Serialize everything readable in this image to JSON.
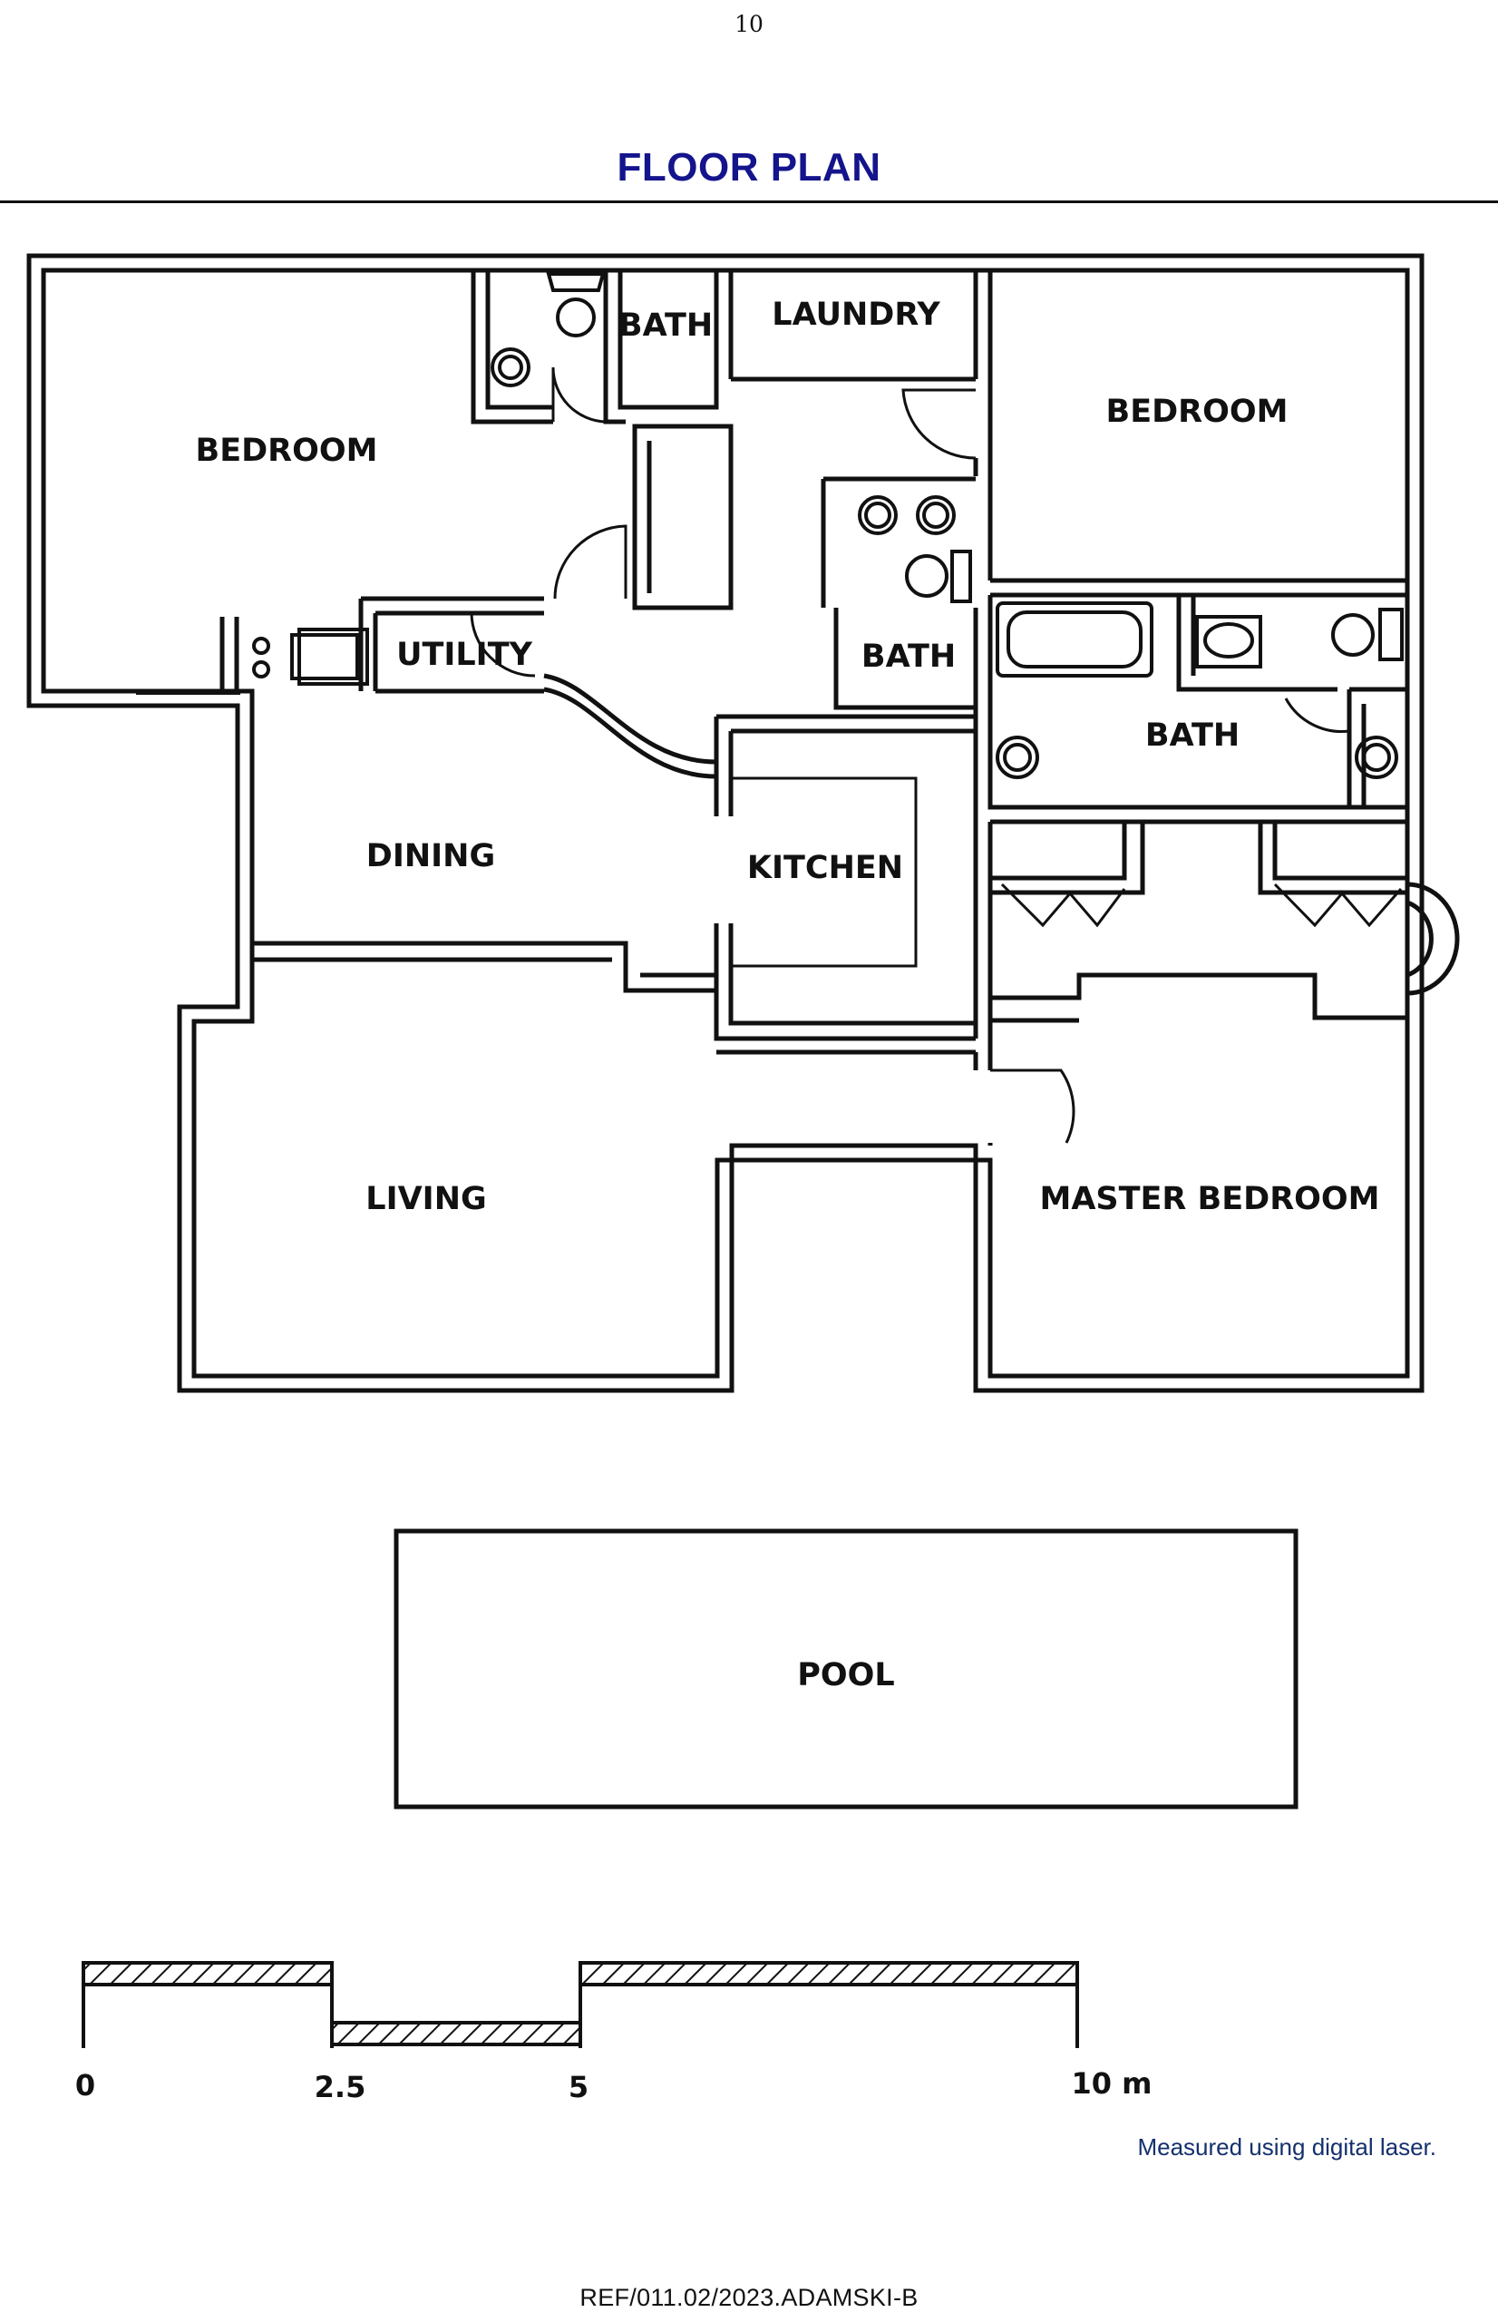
{
  "page": {
    "number": "10",
    "title": "FLOOR PLAN",
    "note": "Measured using digital laser.",
    "reference": "REF/011.02/2023.ADAMSKI-B"
  },
  "rooms": {
    "bedroom_left": "BEDROOM",
    "bath_top": "BATH",
    "laundry": "LAUNDRY",
    "bedroom_right": "BEDROOM",
    "utility": "UTILITY",
    "bath_center": "BATH",
    "bath_master": "BATH",
    "dining": "DINING",
    "kitchen": "KITCHEN",
    "living": "LIVING",
    "master_bedroom": "MASTER BEDROOM",
    "pool": "POOL"
  },
  "scale_bar": {
    "labels": [
      "0",
      "2.5",
      "5",
      "10 m"
    ]
  },
  "colors": {
    "title": "#14148c",
    "note": "#14306e",
    "wall": "#111111"
  }
}
